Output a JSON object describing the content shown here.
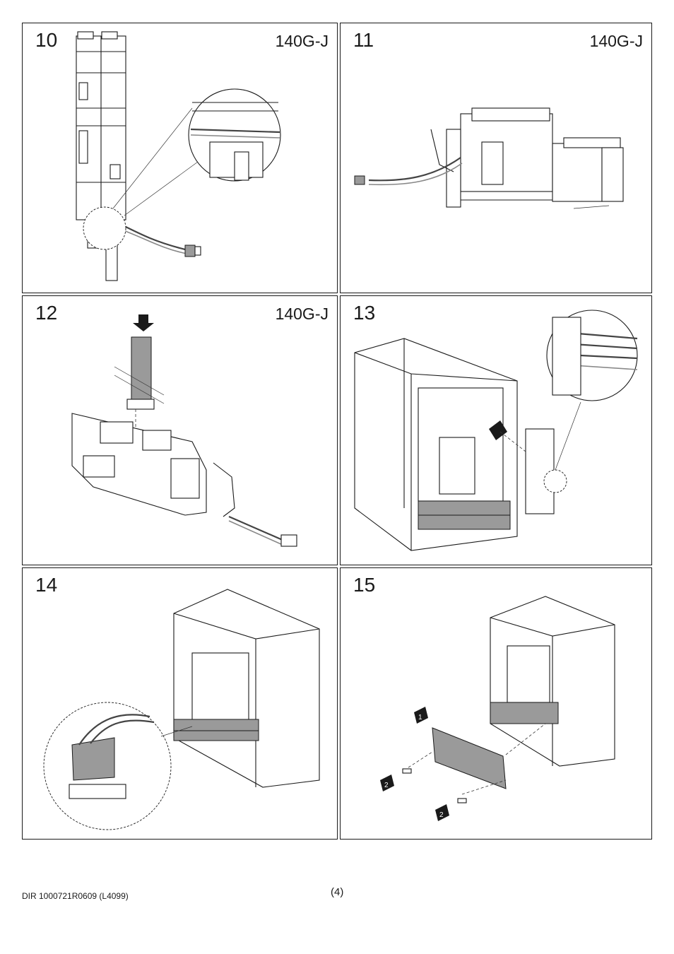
{
  "panels": [
    {
      "step": "10",
      "model": "140G-J"
    },
    {
      "step": "11",
      "model": "140G-J"
    },
    {
      "step": "12",
      "model": "140G-J"
    },
    {
      "step": "13",
      "model": ""
    },
    {
      "step": "14",
      "model": ""
    },
    {
      "step": "15",
      "model": ""
    }
  ],
  "callouts": {
    "one": "1",
    "two": "2"
  },
  "footer": {
    "doc_id": "DIR 1000721R0609 (L4099)",
    "page": "(4)"
  }
}
